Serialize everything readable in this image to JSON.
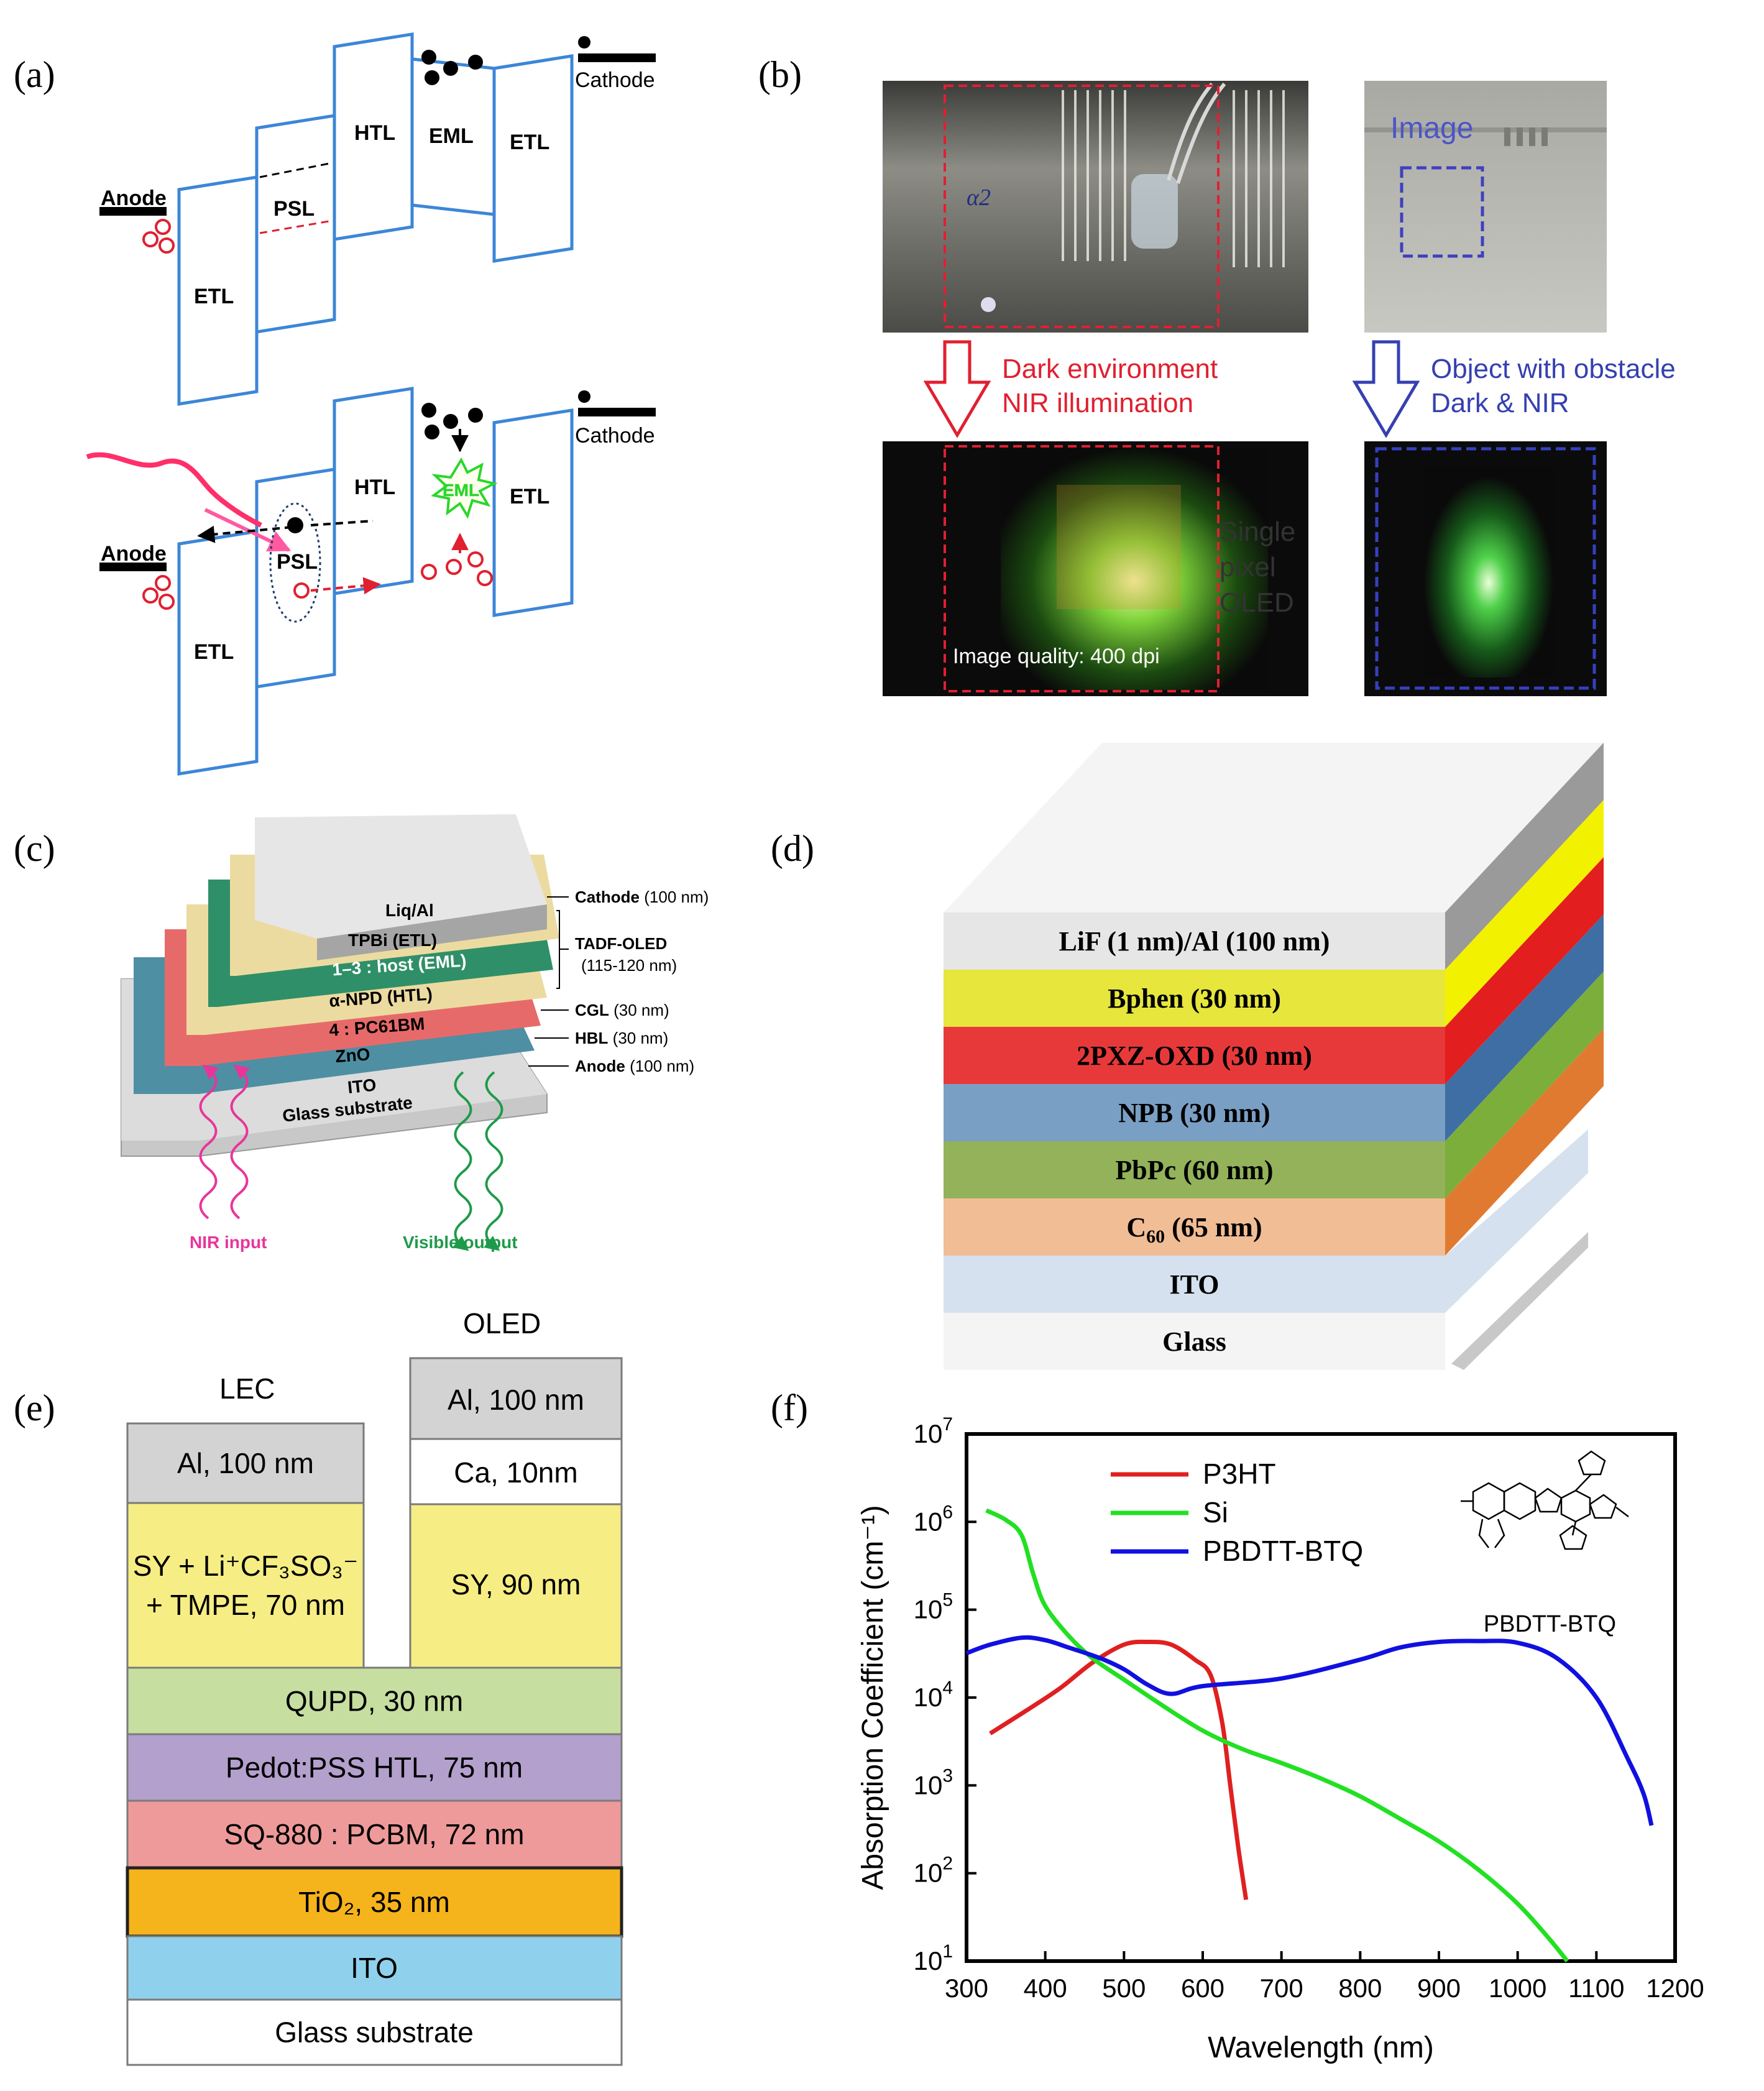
{
  "panel_labels": [
    "(a)",
    "(b)",
    "(c)",
    "(d)",
    "(e)",
    "(f)"
  ],
  "a": {
    "top": {
      "anode": "Anode",
      "cathode": "Cathode",
      "etl_left": "ETL",
      "psl": "PSL",
      "htl": "HTL",
      "eml": "EML",
      "etl_right": "ETL"
    },
    "bottom": {
      "anode": "Anode",
      "cathode": "Cathode",
      "etl_left": "ETL",
      "psl": "PSL",
      "htl": "HTL",
      "eml": "EML",
      "etl_right": "ETL"
    }
  },
  "b": {
    "photo_tag": "α2",
    "image_label": "Image",
    "arrow_red_text": [
      "Dark environment",
      "NIR illumination"
    ],
    "arrow_blue_text": [
      "Object with obstacle",
      "Dark & NIR"
    ],
    "side_label": [
      "Single",
      "pixel",
      "OLED"
    ],
    "quality": "Image quality:  400 dpi"
  },
  "c": {
    "layers": [
      "Liq/Al",
      "TPBi (ETL)",
      "1–3 : host (EML)",
      "α-NPD (HTL)",
      "4 : PC61BM",
      "ZnO",
      "ITO",
      "Glass substrate"
    ],
    "callouts": [
      {
        "name": "Cathode",
        "value": "(100 nm)"
      },
      {
        "name": "TADF-OLED",
        "value": "(115-120 nm)"
      },
      {
        "name": "CGL",
        "value": "(30 nm)"
      },
      {
        "name": "HBL",
        "value": "(30 nm)"
      },
      {
        "name": "Anode",
        "value": "(100 nm)"
      }
    ],
    "nir_input": "NIR input",
    "visible_output": "Visible output",
    "colors": {
      "nir": "#e8359a",
      "visible": "#1f9a4a"
    }
  },
  "d": {
    "layers": [
      {
        "label": "LiF (1 nm)/Al (100 nm)",
        "front": "#e6e6e6",
        "side": "#9a9a9a"
      },
      {
        "label": "Bphen (30 nm)",
        "front": "#e6e63c",
        "side": "#f2f200"
      },
      {
        "label": "2PXZ-OXD (30 nm)",
        "front": "#e8393a",
        "side": "#e31e1e"
      },
      {
        "label": "NPB (30 nm)",
        "front": "#7a9fc4",
        "side": "#3f6ea4"
      },
      {
        "label": "PbPc (60 nm)",
        "front": "#93b25a",
        "side": "#7cae3c"
      },
      {
        "label": "C60 (65 nm)",
        "front": "#f1bd95",
        "side": "#e07a30"
      },
      {
        "label": "ITO",
        "front": "#d5e1ee",
        "side": "#d5e1ee"
      },
      {
        "label": "Glass",
        "front": "#f4f4f4",
        "side": "#c8c8c8"
      }
    ]
  },
  "e": {
    "lec_title": "LEC",
    "oled_title": "OLED",
    "lec_al": "Al, 100 nm",
    "lec_active_1": "SY + Li⁺CF₃SO₃⁻",
    "lec_active_2": "+ TMPE, 70 nm",
    "oled_al": "Al, 100 nm",
    "oled_ca": "Ca, 10nm",
    "oled_sy": "SY, 90 nm",
    "stack": [
      {
        "label": "QUPD, 30 nm",
        "color": "#c6dea0"
      },
      {
        "label": "Pedot:PSS HTL, 75   nm",
        "color": "#b3a0cc"
      },
      {
        "label": "SQ-880 : PCBM, 72 nm",
        "color": "#ee9a9a"
      },
      {
        "label": "TiO₂, 35 nm",
        "color": "#f5b41c"
      },
      {
        "label": "ITO",
        "color": "#8fd1ec"
      },
      {
        "label": "Glass substrate",
        "color": "#ffffff"
      }
    ],
    "colors": {
      "al": "#d3d3d3",
      "ca": "#ffffff",
      "sy": "#f6ee84"
    }
  },
  "chart_data": {
    "type": "line",
    "title": "",
    "xlabel": "Wavelength (nm)",
    "ylabel": "Absorption Coefficient (cm⁻¹)",
    "xlim": [
      300,
      1200
    ],
    "ylim_log10": [
      1,
      7
    ],
    "y_scale": "log",
    "x_ticks": [
      "300",
      "400",
      "500",
      "600",
      "700",
      "800",
      "900",
      "1000",
      "1100",
      "1200"
    ],
    "y_tick_exponents": [
      "7",
      "6",
      "5",
      "4",
      "3",
      "2",
      "1"
    ],
    "legend_position": "top-left",
    "molecule_label": "PBDTT-BTQ",
    "series": [
      {
        "name": "P3HT",
        "color": "#e02020",
        "x": [
          330,
          380,
          420,
          460,
          500,
          530,
          560,
          590,
          610,
          625,
          635,
          645,
          655
        ],
        "y": [
          3900,
          7500,
          13000,
          25000,
          40000,
          43000,
          40000,
          27000,
          18000,
          5000,
          1000,
          200,
          50
        ]
      },
      {
        "name": "Si",
        "color": "#22e022",
        "x": [
          325,
          350,
          370,
          385,
          400,
          430,
          460,
          500,
          550,
          600,
          650,
          700,
          750,
          800,
          850,
          900,
          950,
          1000,
          1040,
          1063
        ],
        "y": [
          1350000,
          1050000,
          700000,
          250000,
          110000,
          50000,
          28000,
          16000,
          8000,
          4200,
          2600,
          1800,
          1200,
          750,
          420,
          230,
          110,
          45,
          18,
          10
        ]
      },
      {
        "name": "PBDTT-BTQ",
        "color": "#1010e0",
        "x": [
          300,
          330,
          370,
          400,
          430,
          470,
          500,
          530,
          560,
          600,
          700,
          800,
          850,
          900,
          950,
          1000,
          1050,
          1100,
          1140,
          1160,
          1170
        ],
        "y": [
          32000,
          40000,
          48000,
          45000,
          37000,
          28000,
          21000,
          14000,
          11000,
          13500,
          16500,
          27000,
          37000,
          43000,
          44000,
          42000,
          28000,
          10000,
          2000,
          800,
          350
        ]
      }
    ]
  }
}
